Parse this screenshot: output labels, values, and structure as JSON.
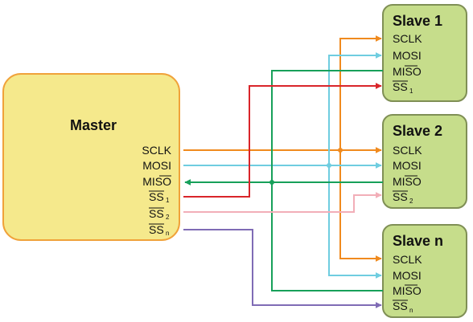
{
  "master": {
    "title": "Master",
    "pins": {
      "sclk": "SCLK",
      "mosi": "MOSI",
      "miso": "MISO",
      "ss": "SS"
    },
    "ss_subscripts": [
      "1",
      "2",
      "n"
    ]
  },
  "slaves": [
    {
      "title": "Slave 1",
      "sclk": "SCLK",
      "mosi": "MOSI",
      "miso": "MISO",
      "ss": "SS",
      "ss_sub": "1"
    },
    {
      "title": "Slave 2",
      "sclk": "SCLK",
      "mosi": "MOSI",
      "miso": "MISO",
      "ss": "SS",
      "ss_sub": "2"
    },
    {
      "title": "Slave n",
      "sclk": "SCLK",
      "mosi": "MOSI",
      "miso": "MISO",
      "ss": "SS",
      "ss_sub": "n"
    }
  ],
  "colors": {
    "master_fill": "#f5e98c",
    "master_stroke": "#f0a23a",
    "slave_fill": "#c6dd8b",
    "slave_stroke": "#7f8f55",
    "sclk": "#f08a1e",
    "mosi": "#6fcde0",
    "miso": "#17a05a",
    "ss1": "#d9252a",
    "ss2": "#f2aeb8",
    "ssn": "#7f6bb5"
  }
}
